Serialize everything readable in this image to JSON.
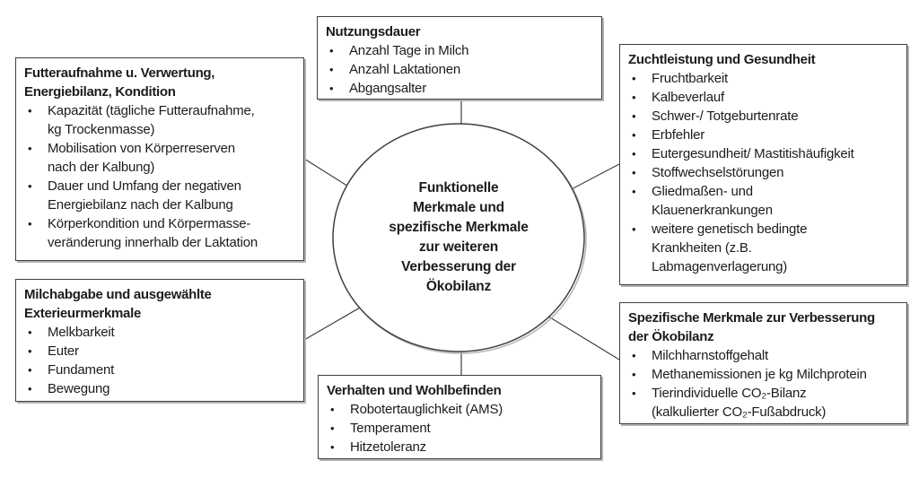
{
  "center": {
    "lines": [
      "Funktionelle",
      "Merkmale und",
      "spezifische Merkmale",
      "zur weiteren",
      "Verbesserung der",
      "Ökobilanz"
    ]
  },
  "boxes": {
    "nutzungsdauer": {
      "title": "Nutzungsdauer",
      "items": [
        "Anzahl Tage in Milch",
        "Anzahl Laktationen",
        "Abgangsalter"
      ]
    },
    "futteraufnahme": {
      "title": "Futteraufnahme u. Verwertung,\nEnergiebilanz, Kondition",
      "items": [
        "Kapazität (tägliche Futteraufnahme,\nkg Trockenmasse)",
        "Mobilisation von Körperreserven\nnach der Kalbung)",
        "Dauer und Umfang der negativen\nEnergiebilanz nach der Kalbung",
        "Körperkondition und Körpermasse-\nveränderung innerhalb der Laktation"
      ]
    },
    "milchabgabe": {
      "title": "Milchabgabe und ausgewählte\nExterieurmerkmale",
      "items": [
        "Melkbarkeit",
        "Euter",
        "Fundament",
        "Bewegung"
      ]
    },
    "zuchtleistung": {
      "title": "Zuchtleistung und Gesundheit",
      "items": [
        "Fruchtbarkeit",
        "Kalbeverlauf",
        "Schwer-/ Totgeburtenrate",
        "Erbfehler",
        "Eutergesundheit/ Mastitishäufigkeit",
        "Stoffwechselstörungen",
        "Gliedmaßen- und\nKlauenerkrankungen",
        "weitere genetisch bedingte\nKrankheiten (z.B.\nLabmagenverlagerung)"
      ]
    },
    "oekobilanz": {
      "title": "Spezifische Merkmale zur Verbesserung\nder Ökobilanz",
      "items": [
        "Milchharnstoffgehalt",
        "Methanemissionen je kg Milchprotein",
        "Tierindividuelle CO₂-Bilanz\n(kalkulierter CO₂-Fußabdruck)"
      ]
    },
    "verhalten": {
      "title": "Verhalten und Wohlbefinden",
      "items": [
        "Robotertauglichkeit (AMS)",
        "Temperament",
        "Hitzetoleranz"
      ]
    }
  },
  "colors": {
    "border": "#3f3f3f",
    "text": "#1c1c1c",
    "background": "#ffffff",
    "shadow": "#b3b3b3"
  }
}
